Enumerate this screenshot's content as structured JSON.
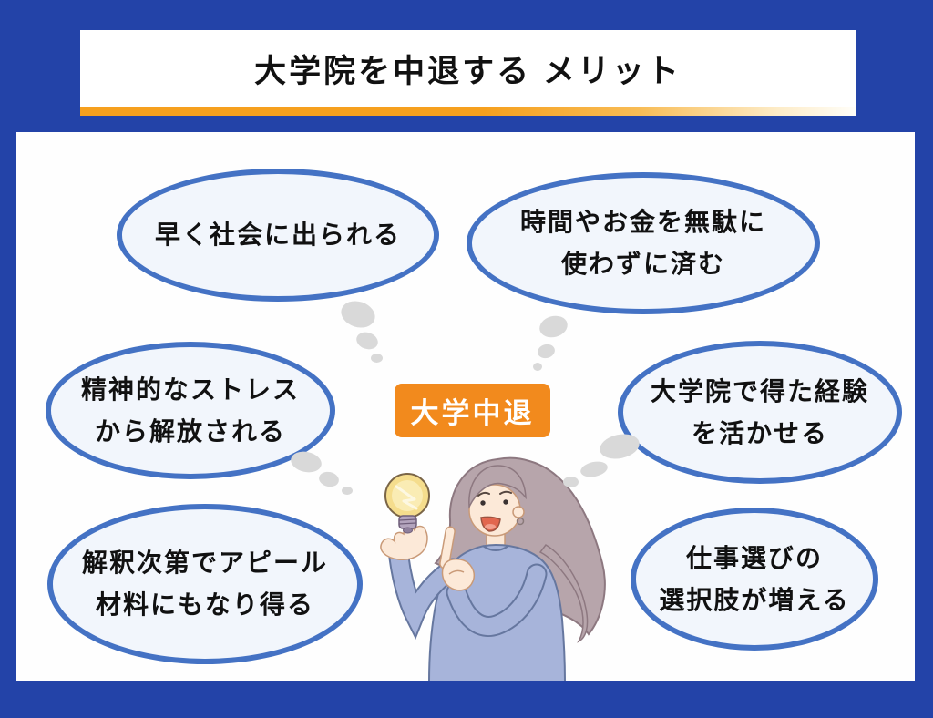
{
  "header": {
    "title": "大学院を中退する メリット"
  },
  "center_label": {
    "text": "大学中退"
  },
  "bubbles": {
    "top_left": {
      "lines": [
        "早く社会に出られる"
      ]
    },
    "top_right": {
      "lines": [
        "時間やお金を無駄に",
        "使わずに済む"
      ]
    },
    "mid_left": {
      "lines": [
        "精神的なストレス",
        "から解放される"
      ]
    },
    "mid_right": {
      "lines": [
        "大学院で得た経験",
        "を活かせる"
      ]
    },
    "bottom_left": {
      "lines": [
        "解釈次第でアピール",
        "材料にもなり得る"
      ]
    },
    "bottom_right": {
      "lines": [
        "仕事選びの",
        "選択肢が増える"
      ]
    }
  },
  "colors": {
    "background_blue": "#2343a8",
    "bubble_border_blue": "#4472c4",
    "bubble_fill": "#f2f6fc",
    "accent_orange": "#f28a1d",
    "header_bar_orange": "#f6a01e",
    "thought_dot_gray": "#d9d9d9",
    "text_black": "#111111"
  }
}
